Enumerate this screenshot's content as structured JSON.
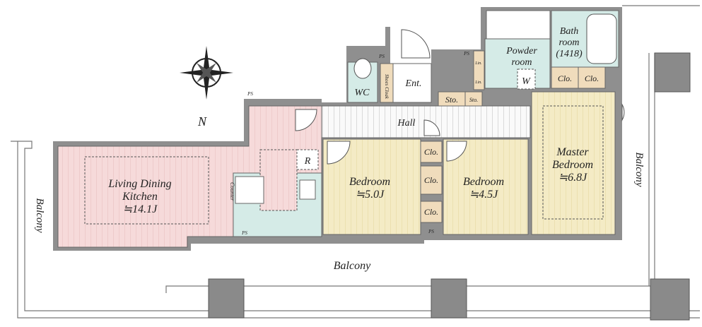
{
  "rooms": {
    "ldk": {
      "name1": "Living Dining",
      "name2": "Kitchen",
      "size": "≒14.1J"
    },
    "bedroom1": {
      "name": "Bedroom",
      "size": "≒5.0J"
    },
    "bedroom2": {
      "name": "Bedroom",
      "size": "≒4.5J"
    },
    "master": {
      "name1": "Master",
      "name2": "Bedroom",
      "size": "≒6.8J"
    },
    "wc": "WC",
    "entrance": "Ent.",
    "shoes_cloak": "Shoes Cloak",
    "hall": "Hall",
    "powder1": "Powder",
    "powder2": "room",
    "bath1": "Bath",
    "bath2": "room",
    "bath_size": "(1418)",
    "washer": "W",
    "fridge": "R",
    "counter": "Counter",
    "storage": "Sto.",
    "closet": "Clo.",
    "linen": "Lin.",
    "pipe_space": "PS"
  },
  "balconies": {
    "left": "Balcony",
    "bottom": "Balcony",
    "right": "Balcony"
  },
  "compass": {
    "north": "N"
  },
  "colors": {
    "ldk": "#f6dada",
    "bedroom": "#f4ebc5",
    "wet": "#d5ebe7",
    "storage": "#f0dcbc",
    "wall": "#8f8f8f"
  }
}
